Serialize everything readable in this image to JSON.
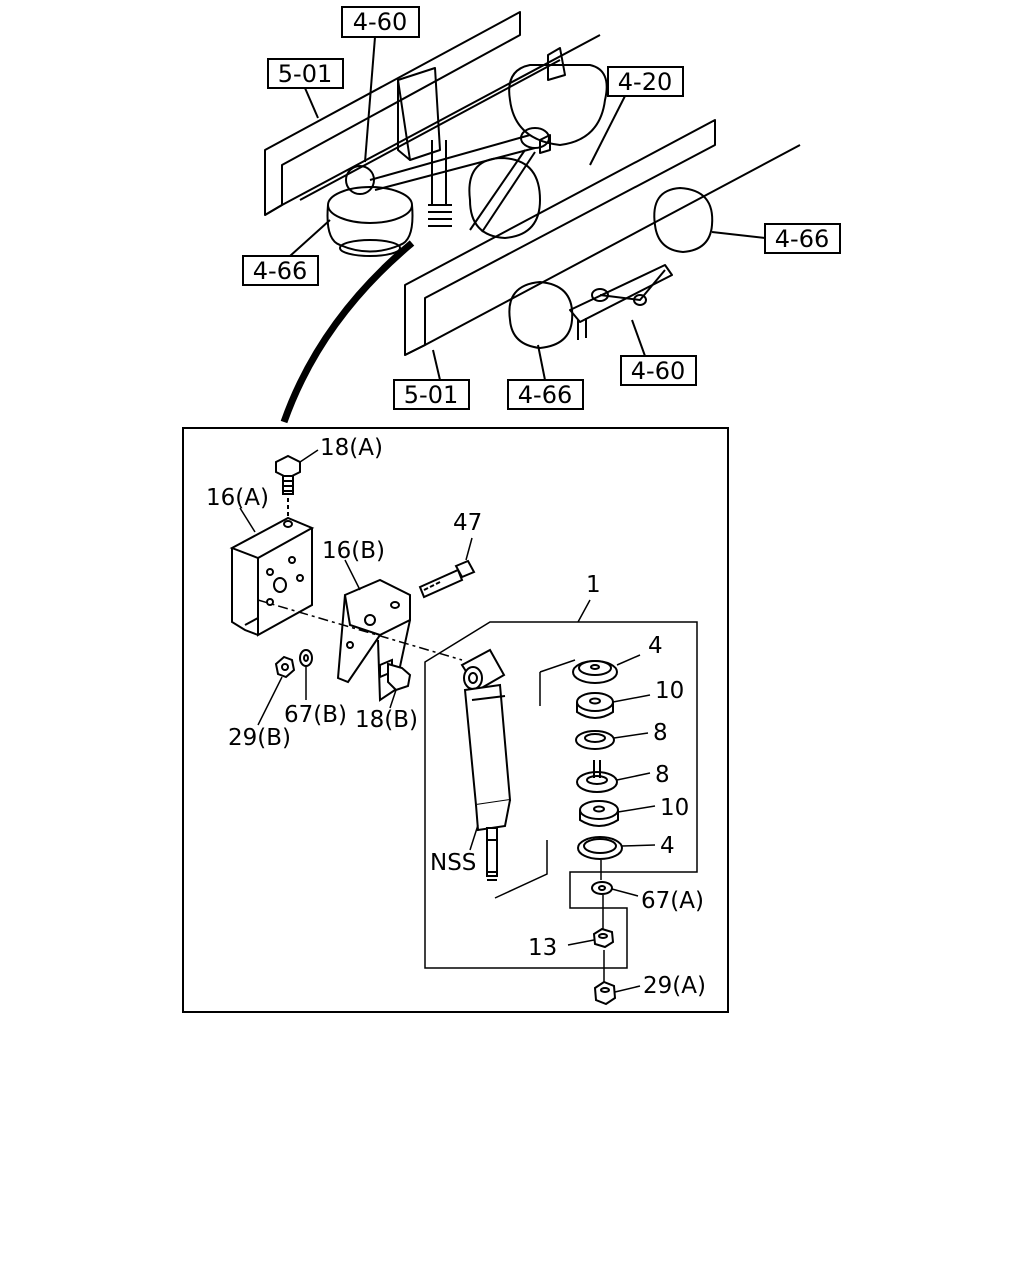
{
  "ref_labels": {
    "top_4_60": "4-60",
    "top_5_01": "5-01",
    "top_4_20": "4-20",
    "right_4_66": "4-66",
    "left_4_66": "4-66",
    "bottom_5_01": "5-01",
    "bottom_4_66": "4-66",
    "bottom_4_60": "4-60"
  },
  "part_labels": {
    "p18a": "18(A)",
    "p16a": "16(A)",
    "p47": "47",
    "p16b": "16(B)",
    "p1": "1",
    "p4_top": "4",
    "p10_top": "10",
    "p8_top": "8",
    "p8_bot": "8",
    "p10_bot": "10",
    "p4_bot": "4",
    "p67a": "67(A)",
    "p13": "13",
    "p29a": "29(A)",
    "p29b": "29(B)",
    "p67b": "67(B)",
    "p18b": "18(B)",
    "nss": "NSS"
  }
}
